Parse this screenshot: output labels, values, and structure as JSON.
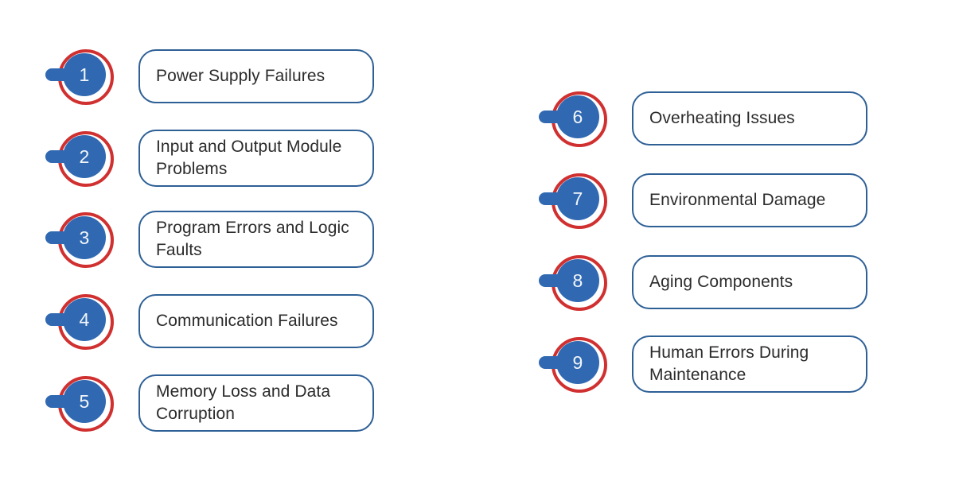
{
  "diagram": {
    "type": "numbered-list-infographic",
    "background_color": "#ffffff",
    "colors": {
      "badge_fill": "#3069b2",
      "badge_ring": "#d0302f",
      "box_border": "#2e6096",
      "label_text": "#2b2b2b",
      "number_text": "#f2f6fb"
    },
    "columns": [
      {
        "name": "left-column",
        "items": [
          {
            "number": "1",
            "label": "Power Supply Failures"
          },
          {
            "number": "2",
            "label": "Input and Output Module Problems"
          },
          {
            "number": "3",
            "label": "Program Errors and Logic Faults"
          },
          {
            "number": "4",
            "label": "Communication Failures"
          },
          {
            "number": "5",
            "label": "Memory Loss and Data Corruption"
          }
        ]
      },
      {
        "name": "right-column",
        "items": [
          {
            "number": "6",
            "label": "Overheating Issues"
          },
          {
            "number": "7",
            "label": "Environmental Damage"
          },
          {
            "number": "8",
            "label": "Aging Components"
          },
          {
            "number": "9",
            "label": "Human Errors During Maintenance"
          }
        ]
      }
    ]
  }
}
